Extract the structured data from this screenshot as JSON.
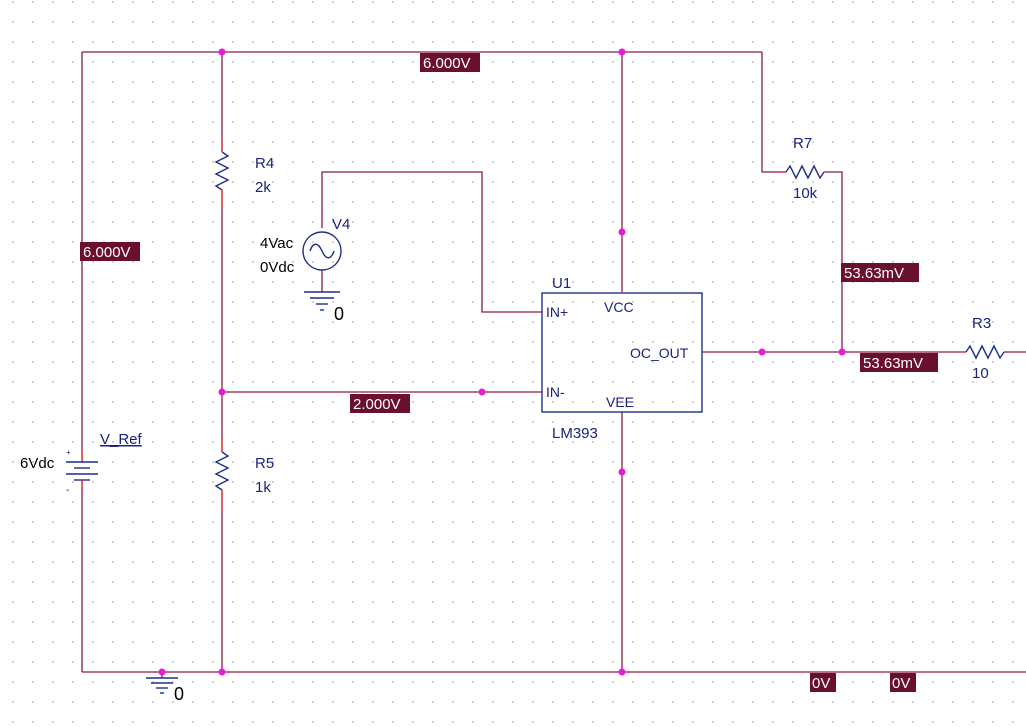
{
  "components": {
    "r4": {
      "ref": "R4",
      "value": "2k"
    },
    "r5": {
      "ref": "R5",
      "value": "1k"
    },
    "r7": {
      "ref": "R7",
      "value": "10k"
    },
    "r3": {
      "ref": "R3",
      "value": "10"
    },
    "v4": {
      "ref": "V4",
      "ac": "4Vac",
      "dc": "0Vdc"
    },
    "vref": {
      "ref": "V_Ref",
      "value": "6Vdc"
    },
    "u1": {
      "ref": "U1",
      "part": "LM393",
      "pins": {
        "in_plus": "IN+",
        "in_minus": "IN-",
        "vcc": "VCC",
        "vee": "VEE",
        "oc_out": "OC_OUT"
      }
    }
  },
  "grounds": {
    "g1": "0",
    "g2": "0"
  },
  "voltage_markers": {
    "top_rail": "6.000V",
    "left_rail": "6.000V",
    "divider": "2.000V",
    "r7_node": "53.63mV",
    "out_node": "53.63mV",
    "gnd1": "0V",
    "gnd2": "0V"
  },
  "colors": {
    "wire": "#8b1a4a",
    "component": "#1f2f8a",
    "junction": "#e81ad8",
    "marker_bg": "#6b0f2f"
  }
}
